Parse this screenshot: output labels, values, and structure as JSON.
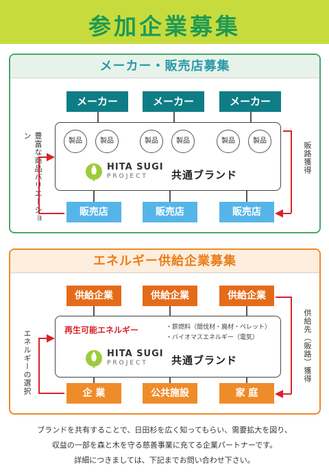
{
  "header": {
    "title": "参加企業募集"
  },
  "section1": {
    "title": "メーカー・販売店募集",
    "makers": [
      "メーカー",
      "メーカー",
      "メーカー"
    ],
    "product_label": "製品",
    "shops": [
      "販売店",
      "販売店",
      "販売店"
    ],
    "left_note": "豊富な商品バリエーション",
    "right_note": "販路獲得"
  },
  "section2": {
    "title": "エネルギー供給企業募集",
    "suppliers": [
      "供給企業",
      "供給企業",
      "供給企業"
    ],
    "renewable_title": "再生可能エネルギー",
    "renewable_items": [
      "・薪燃料（間伐材・廃材・ペレット）",
      "・バイオマスエネルギー（電気）"
    ],
    "consumers": [
      "企 業",
      "公共施設",
      "家 庭"
    ],
    "left_note": "エネルギーの選択",
    "right_note": "供給先（販路）獲得"
  },
  "logo": {
    "line1": "HITA SUGI",
    "line2": "PROJECT"
  },
  "brand_label": "共通ブランド",
  "footer": {
    "lines": [
      "ブランドを共有することで、日田杉を広く知ってもらい、需要拡大を図り、",
      "収益の一部を森と木を守る慈善事業に充てる企業パートナーです。",
      "詳細につきましては、下記までお問い合わせ下さい。"
    ]
  },
  "colors": {
    "header_bg": "#c8db3c",
    "header_text": "#1e9a55",
    "maker": "#0e7d86",
    "shop": "#56b5e8",
    "supplier": "#e46b1a",
    "arrow": "#d8222a"
  }
}
